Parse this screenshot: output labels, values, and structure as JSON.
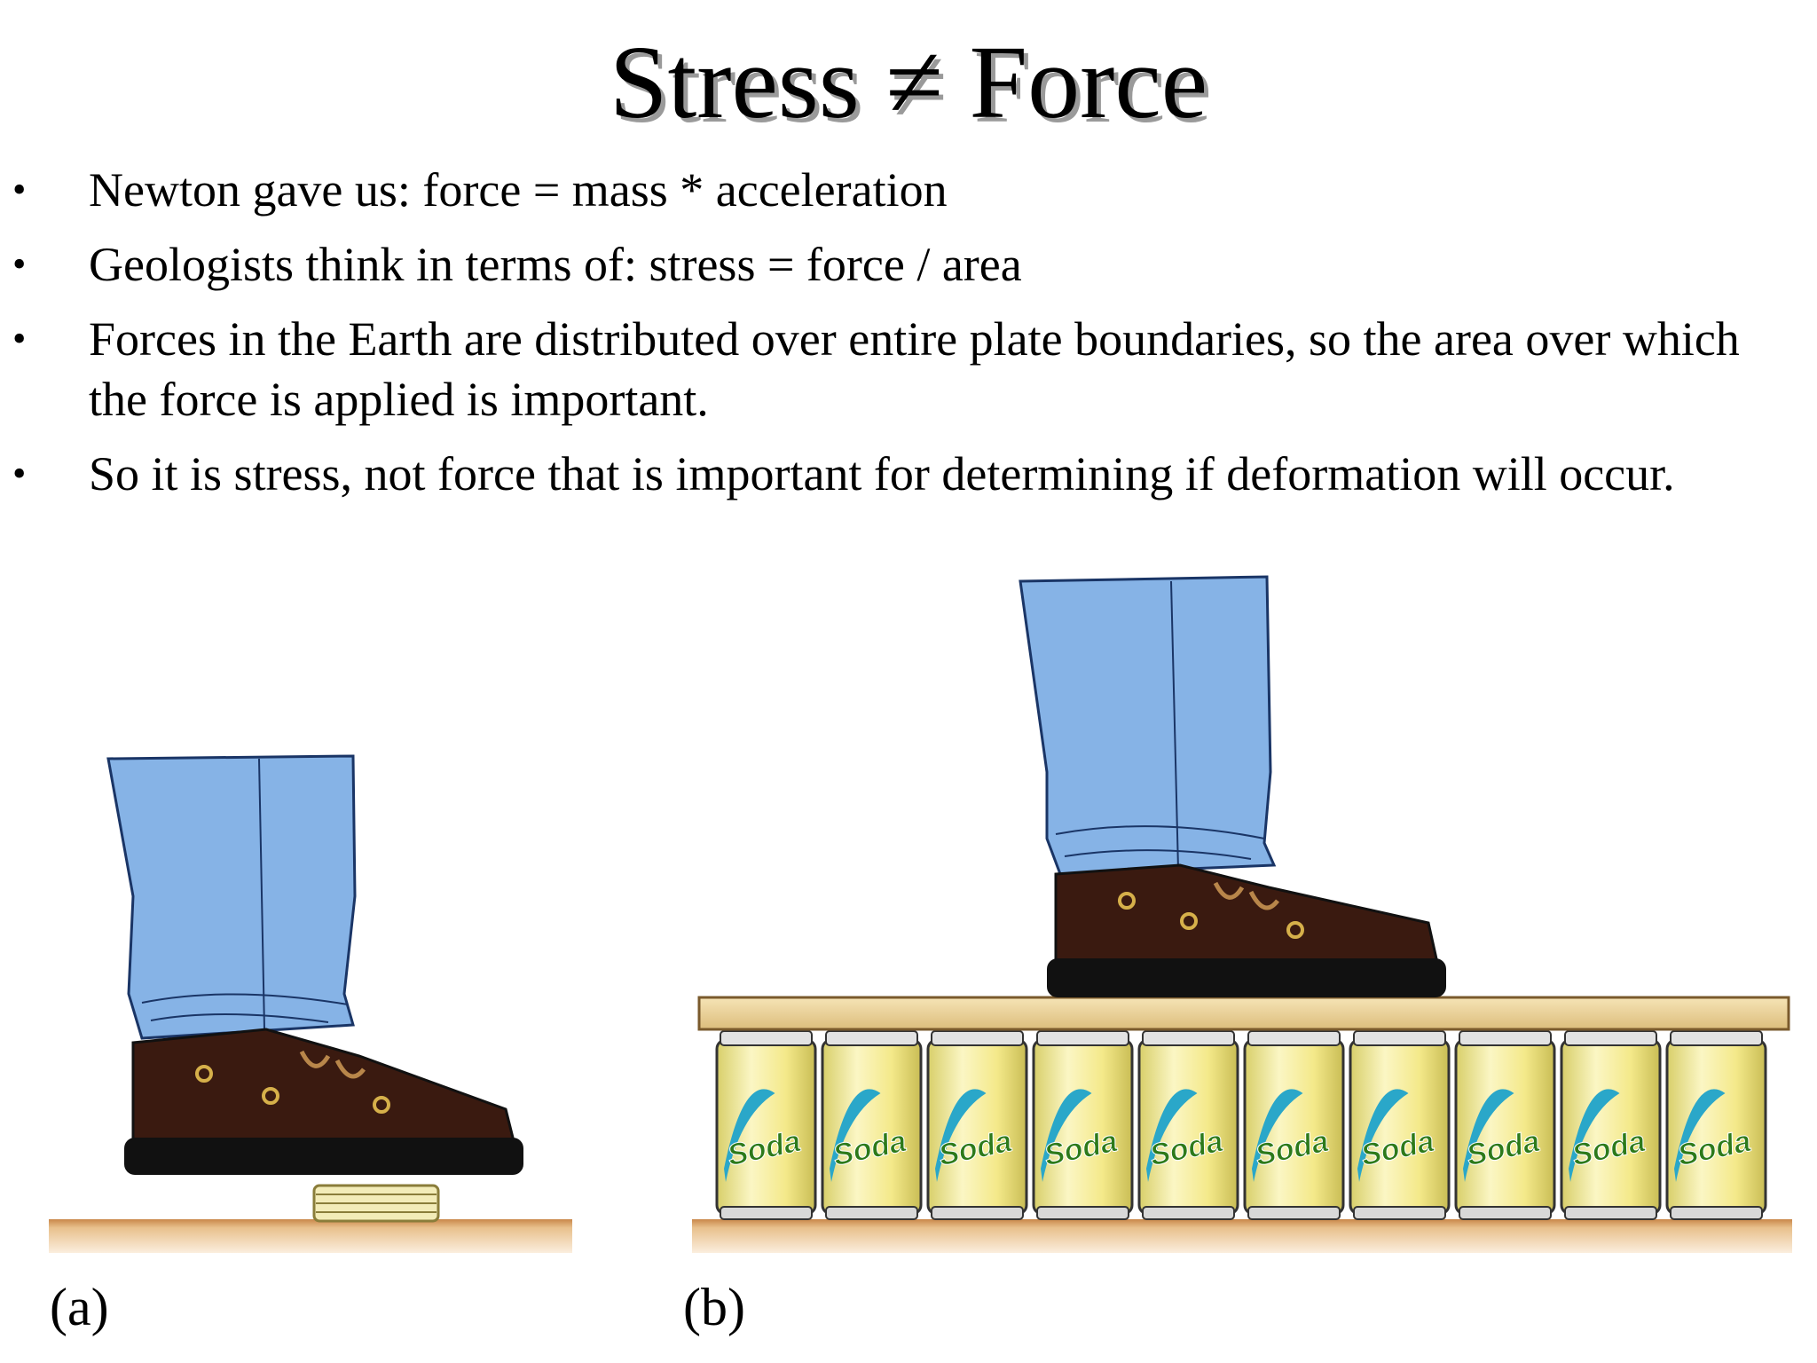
{
  "slide": {
    "title": "Stress ≠ Force",
    "bullets": [
      "Newton gave us: force = mass * acceleration",
      "Geologists think in terms of: stress = force / area",
      "Forces in the Earth are distributed over entire plate boundaries, so the area over which the force is applied is important.",
      "So it is stress, not force that is important for determining if deformation will occur."
    ],
    "bullet_glyph": "•"
  },
  "figure": {
    "panel_a_label": "(a)",
    "panel_b_label": "(b)",
    "can_label": "Soda",
    "can_count": 10,
    "colors": {
      "jeans": "#86b3e6",
      "jeans_shadow": "#6b97cf",
      "shoe": "#3a1a10",
      "sole": "#111111",
      "floor": "#e8c08c",
      "board": "#f1d9a1",
      "can_yellow": "#f6ec8f",
      "can_swirl": "#2aa7c9",
      "can_text": "#2d7a1a"
    }
  }
}
